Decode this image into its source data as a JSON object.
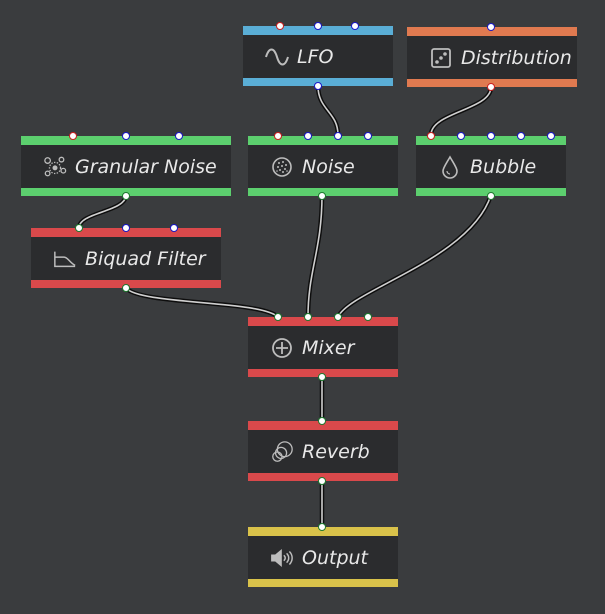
{
  "colors": {
    "background": "#3a3c3e",
    "node_body": "#2b2c2e",
    "modulator": "#5aaed6",
    "control": "#e07a50",
    "source": "#5ccf6e",
    "effect": "#d9494b",
    "output": "#d9c24a",
    "port_modulation": "#1a18c8",
    "port_control": "#cc1f1f",
    "port_audio": "#1e7a2e"
  },
  "nodes": {
    "lfo": {
      "title": "LFO",
      "icon": "sine-wave-icon",
      "category": "modulator"
    },
    "distribution": {
      "title": "Distribution",
      "icon": "dice-icon",
      "category": "control"
    },
    "granular_noise": {
      "title": "Granular Noise",
      "icon": "grains-icon",
      "category": "source"
    },
    "noise": {
      "title": "Noise",
      "icon": "noise-sphere-icon",
      "category": "source"
    },
    "bubble": {
      "title": "Bubble",
      "icon": "droplet-icon",
      "category": "source"
    },
    "biquad_filter": {
      "title": "Biquad Filter",
      "icon": "lowpass-filter-icon",
      "category": "effect"
    },
    "mixer": {
      "title": "Mixer",
      "icon": "circle-plus-icon",
      "category": "effect"
    },
    "reverb": {
      "title": "Reverb",
      "icon": "reverb-rings-icon",
      "category": "effect"
    },
    "output": {
      "title": "Output",
      "icon": "speaker-icon",
      "category": "output"
    }
  },
  "connections": [
    {
      "from": "lfo",
      "to": "noise"
    },
    {
      "from": "distribution",
      "to": "bubble"
    },
    {
      "from": "granular_noise",
      "to": "biquad_filter"
    },
    {
      "from": "biquad_filter",
      "to": "mixer"
    },
    {
      "from": "noise",
      "to": "mixer"
    },
    {
      "from": "bubble",
      "to": "mixer"
    },
    {
      "from": "mixer",
      "to": "reverb"
    },
    {
      "from": "reverb",
      "to": "output"
    }
  ]
}
